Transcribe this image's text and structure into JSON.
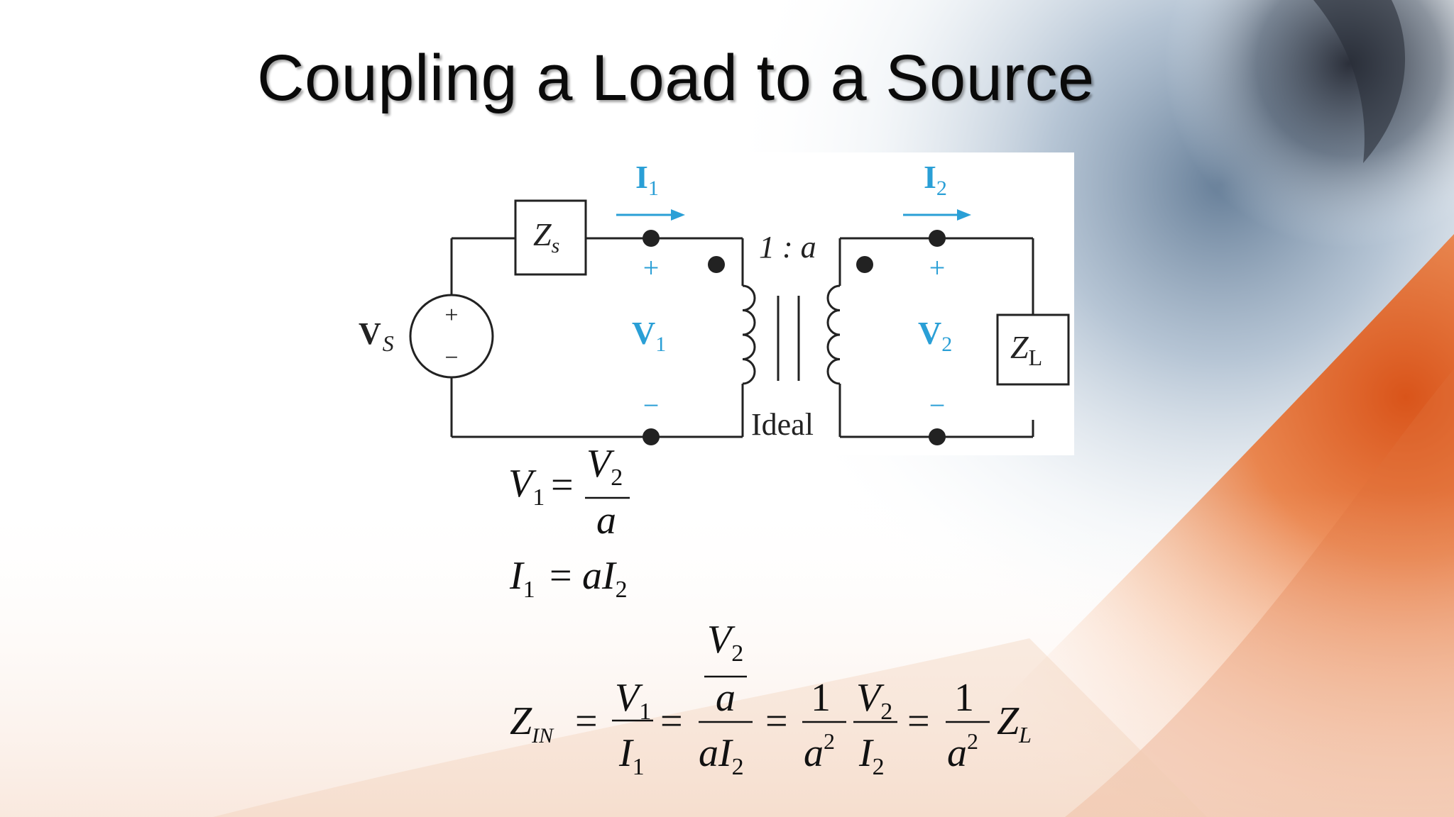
{
  "slide": {
    "title": "Coupling a Load to a Source"
  },
  "circuit": {
    "source_label": "V",
    "source_sub": "S",
    "source_plus": "+",
    "source_minus": "−",
    "zs_label": "Z",
    "zs_sub": "s",
    "zl_label": "Z",
    "zl_sub": "L",
    "i1_label": "I",
    "i1_sub": "1",
    "i2_label": "I",
    "i2_sub": "2",
    "v1_label": "V",
    "v1_sub": "1",
    "v2_label": "V",
    "v2_sub": "2",
    "plus": "+",
    "minus": "−",
    "ratio": "1 : a",
    "ideal_label": "Ideal",
    "accent_color": "#2a9fd6"
  },
  "equations": {
    "eq1": {
      "lhs": "V",
      "lhs_sub": "1",
      "eq": "=",
      "num": "V",
      "num_sub": "2",
      "den": "a"
    },
    "eq2": {
      "lhs": "I",
      "lhs_sub": "1",
      "eq": "=",
      "rhs": "aI",
      "rhs_sub": "2"
    },
    "eq3": {
      "lhs": "Z",
      "lhs_sub": "IN",
      "eq": "=",
      "f1_num": "V",
      "f1_num_sub": "1",
      "f1_den": "I",
      "f1_den_sub": "1",
      "f2_top": "V",
      "f2_top_sub": "2",
      "f2_mid": "a",
      "f2_den": "aI",
      "f2_den_sub": "2",
      "f3_num": "1",
      "f3_den": "a",
      "f3_den_sup": "2",
      "f4_num": "V",
      "f4_num_sub": "2",
      "f4_den": "I",
      "f4_den_sub": "2",
      "f5_num": "1",
      "f5_den": "a",
      "f5_den_sup": "2",
      "tail": "Z",
      "tail_sub": "L"
    }
  }
}
